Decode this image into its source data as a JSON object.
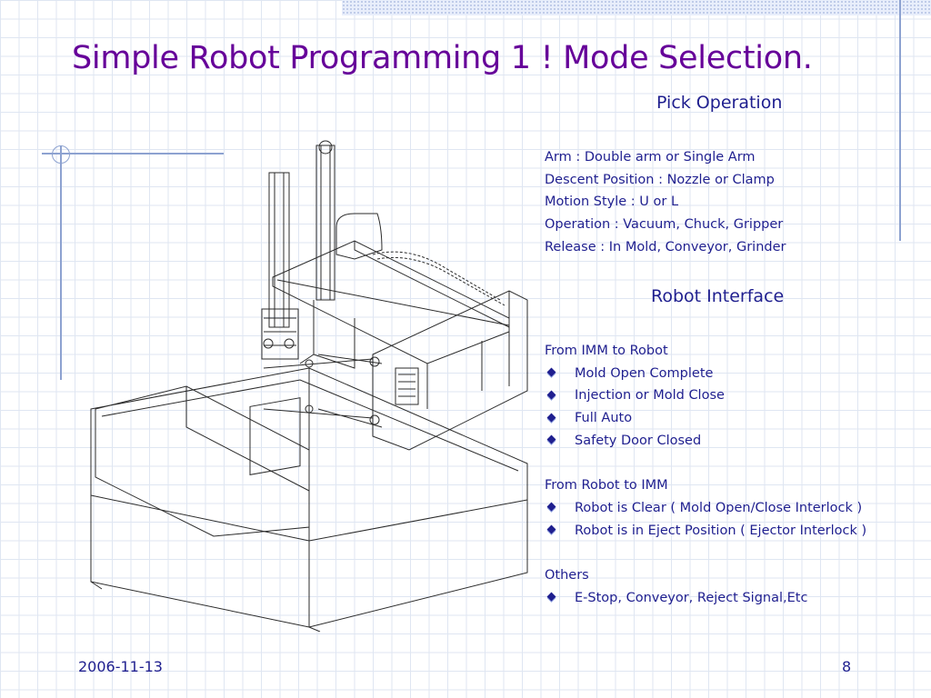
{
  "slide": {
    "title": "Simple Robot Programming 1 ! Mode Selection.",
    "pick_heading": "Pick Operation",
    "pick_items": [
      "Arm : Double arm or Single Arm",
      "Descent Position : Nozzle or Clamp",
      "Motion Style : U or L",
      "Operation : Vacuum, Chuck, Gripper",
      "Release : In Mold, Conveyor, Grinder"
    ],
    "interface_heading": "Robot Interface",
    "interface_lines": [
      {
        "text": "From IMM to Robot",
        "bullet": false
      },
      {
        "text": "Mold Open Complete",
        "bullet": true
      },
      {
        "text": "Injection or Mold Close",
        "bullet": true
      },
      {
        "text": "Full Auto",
        "bullet": true
      },
      {
        "text": "Safety Door Closed",
        "bullet": true
      },
      {
        "text": "",
        "bullet": false
      },
      {
        "text": "From Robot to IMM",
        "bullet": false
      },
      {
        "text": "Robot is Clear ( Mold Open/Close Interlock )",
        "bullet": true
      },
      {
        "text": "Robot is in Eject Position ( Ejector Interlock )",
        "bullet": true
      },
      {
        "text": "",
        "bullet": false
      },
      {
        "text": "Others",
        "bullet": false
      },
      {
        "text": "E-Stop, Conveyor, Reject Signal,Etc",
        "bullet": true
      }
    ],
    "date": "2006-11-13",
    "page_number": "8"
  },
  "colors": {
    "title": "#660099",
    "body_text": "#1f1f8f",
    "grid": "#dfe6f2",
    "deco_lines": "#8da2d0"
  }
}
